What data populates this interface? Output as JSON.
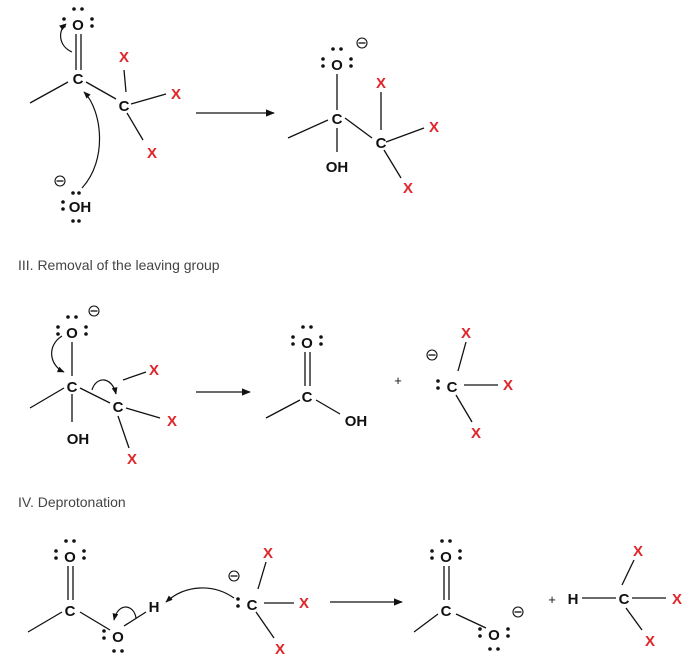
{
  "symbols": {
    "oxygen": "O",
    "carbon": "C",
    "hydrogen": "H",
    "hydroxide": "OH",
    "halogen": "X",
    "plus": "+"
  },
  "captions": {
    "step3": "III. Removal of the leaving group",
    "step4": "IV. Deprotonation"
  },
  "colors": {
    "halogen": "#e0262a",
    "ink": "#111111",
    "caption": "#444444"
  }
}
